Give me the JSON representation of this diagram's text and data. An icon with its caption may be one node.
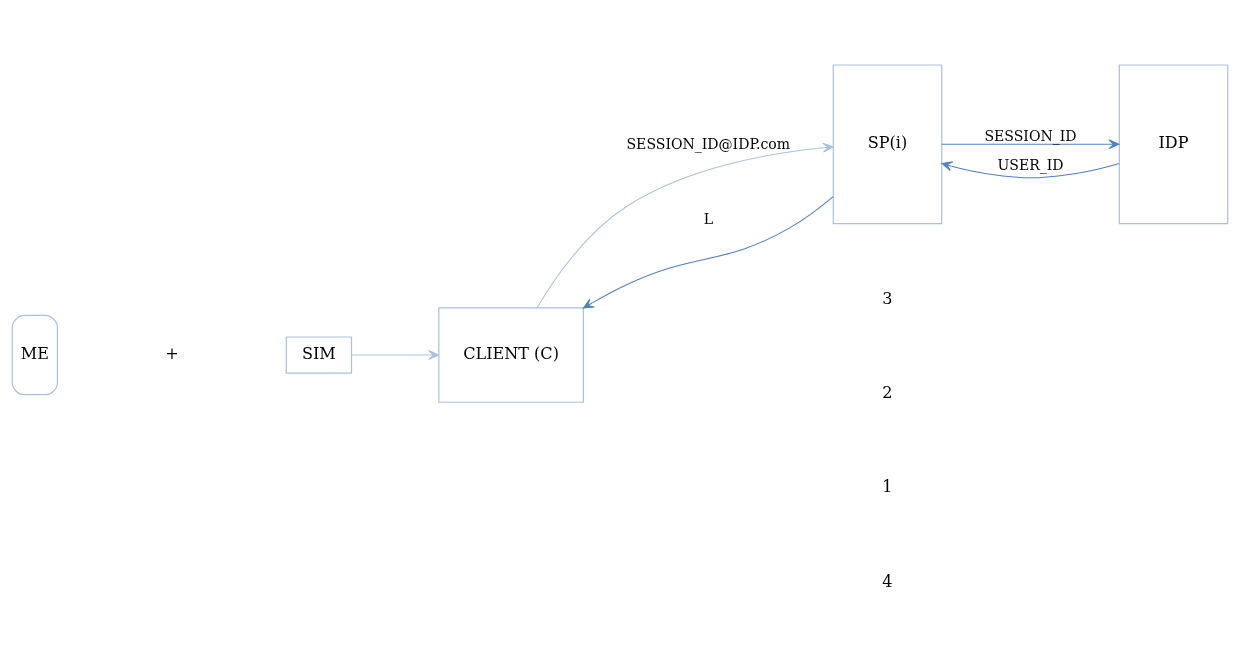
{
  "diagram": {
    "nodes": [
      {
        "text": [
          "ME"
        ]
      },
      {
        "text": [
          "SIM"
        ]
      },
      {
        "text": [
          "CLIENT (C)"
        ]
      },
      {
        "text": [
          "IDP"
        ]
      },
      {
        "text": [
          "SP(i)"
        ]
      }
    ],
    "edges": [
      {
        "from": 1,
        "to": 2,
        "arrow": "to",
        "color": "#a9c0e0"
      },
      {
        "from": 2,
        "to": 4,
        "arrow": "to",
        "label": "SESSION_ID@IDP.com",
        "color": "#a9c0e0"
      },
      {
        "from": 4,
        "to": 3,
        "arrow": "to",
        "label": "SESSION_ID"
      },
      {
        "from": 3,
        "to": 4,
        "arrow": "to",
        "label": "USER_ID"
      },
      {
        "from": 4,
        "to": 2,
        "arrow": "to",
        "label": "L"
      }
    ],
    "labels": [
      "+",
      "3",
      "2",
      "1",
      "4"
    ]
  }
}
